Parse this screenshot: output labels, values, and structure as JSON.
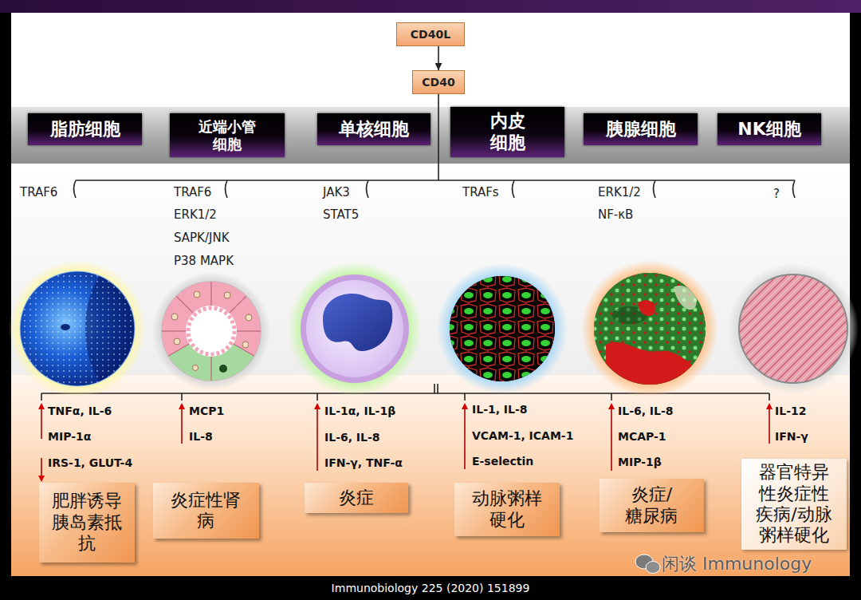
{
  "diagram": {
    "caption": "Immunobiology 225 (2020) 151899",
    "nodes": [
      {
        "text": [
          "CD40L"
        ]
      },
      {
        "text": [
          "CD40"
        ]
      },
      {
        "text": [
          "脂肪细胞"
        ]
      },
      {
        "text": [
          "近端小管 细胞"
        ]
      },
      {
        "text": [
          "单核细胞"
        ]
      },
      {
        "text": [
          "内皮 细胞"
        ]
      },
      {
        "text": [
          "胰腺细胞"
        ]
      },
      {
        "text": [
          "NK细胞"
        ]
      },
      {
        "text": [
          "肥胖诱导 胰岛素抵 抗"
        ]
      },
      {
        "text": [
          "炎症性肾 病"
        ]
      },
      {
        "text": [
          "炎症"
        ]
      },
      {
        "text": [
          "动脉粥样 硬化"
        ]
      },
      {
        "text": [
          "炎症/ 糖尿病"
        ]
      },
      {
        "text": [
          "器官特异 性炎症性 疾病/动脉 粥样硬化"
        ]
      }
    ],
    "edges": [
      {
        "from": 0,
        "to": 1,
        "arrow": "to"
      }
    ],
    "labels": [
      "TRAF6",
      "TRAF6",
      "ERK1/2",
      "SAPK/JNK",
      "P38 MAPK",
      "JAK3",
      "STAT5",
      "TRAFs",
      "ERK1/2",
      "NF-κB",
      "?",
      "TNFα, IL-6",
      "MIP-1α",
      "IRS-1, GLUT-4",
      "MCP1",
      "IL-8",
      "IL-1α, IL-1β",
      "IL-6, IL-8",
      "IFN-γ, TNF-α",
      "IL-1, IL-8",
      "VCAM-1, ICAM-1",
      "E-selectin",
      "IL-6, IL-8",
      "MCAP-1",
      "MIP-1β",
      "IL-12",
      "IFN-γ",
      "闲谈 Immunology"
    ]
  }
}
